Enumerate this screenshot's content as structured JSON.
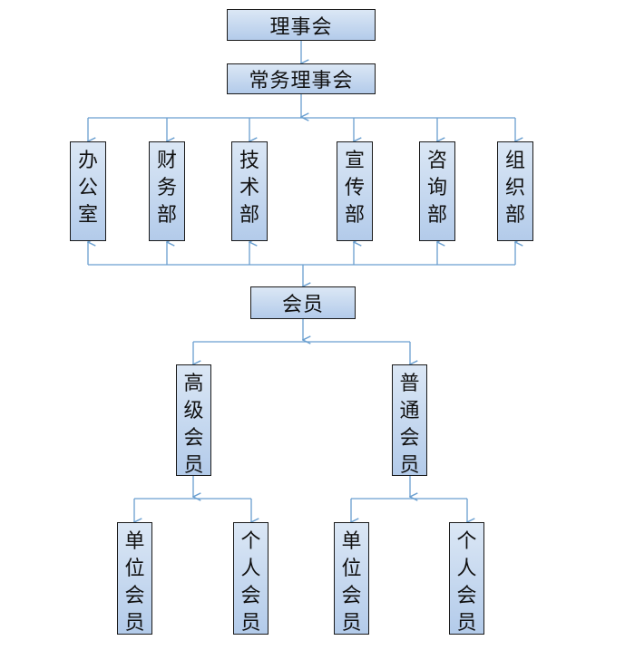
{
  "diagram": {
    "council": "理事会",
    "standing_council": "常务理事会",
    "departments": [
      "办公室",
      "财务部",
      "技术部",
      "宣传部",
      "咨询部",
      "组织部"
    ],
    "members": "会员",
    "member_types": [
      "高级会员",
      "普通会员"
    ],
    "senior_sub": [
      "单位会员",
      "个人会员"
    ],
    "regular_sub": [
      "单位会员",
      "个人会员"
    ],
    "colors": {
      "line": "#6a9fd0",
      "box_top": "#dbe7f5",
      "box_bottom": "#b3cbea",
      "border": "#1a1a1a"
    }
  }
}
